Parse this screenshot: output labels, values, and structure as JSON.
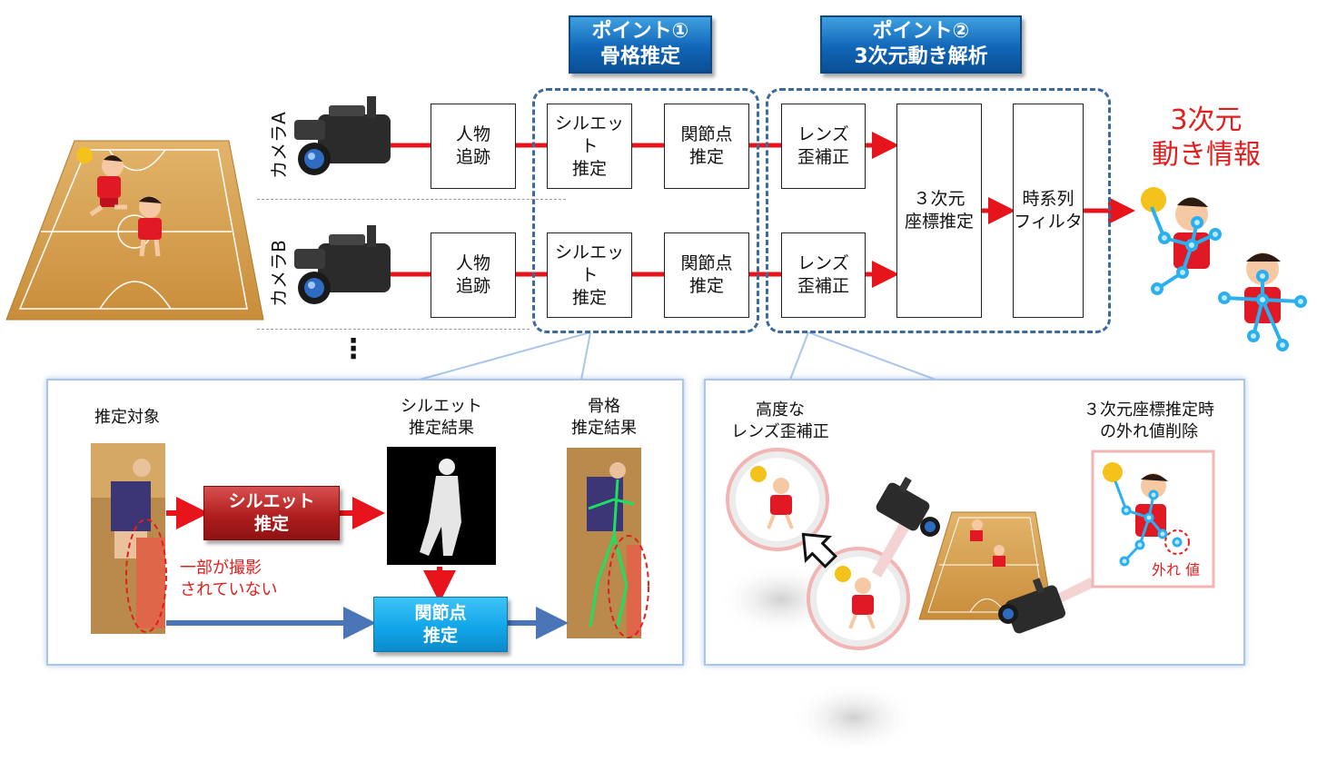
{
  "points": [
    {
      "label": "ポイント①\n骨格推定"
    },
    {
      "label": "ポイント②\n3次元動き解析"
    }
  ],
  "cameras": [
    {
      "label": "カメラA",
      "steps": [
        "人物\n追跡",
        "シルエット\n推定",
        "関節点\n推定",
        "レンズ\n歪補正"
      ]
    },
    {
      "label": "カメラB",
      "steps": [
        "人物\n追跡",
        "シルエット\n推定",
        "関節点\n推定",
        "レンズ\n歪補正"
      ]
    }
  ],
  "ellipsis": "⋮",
  "merge": {
    "coord": "３次元\n座標推定",
    "filter": "時系列\nフィルタ"
  },
  "result_title": "3次元\n動き情報",
  "detail_left": {
    "target": "推定対象",
    "silhouette_result": "シルエット\n推定結果",
    "skeleton_result": "骨格\n推定結果",
    "silhouette_button": "シルエット\n推定",
    "joint_button": "関節点\n推定",
    "note": "一部が撮影\nされていない"
  },
  "detail_right": {
    "lens_title": "高度な\nレンズ歪補正",
    "outlier_title": "３次元座標推定時\nの外れ値削除",
    "outlier_label": "外れ 値"
  },
  "colors": {
    "arrow_red": "#e8141c",
    "arrow_blue": "#4a76b8",
    "accent_red": "#e0201f",
    "dash_blue": "#3b6a9c"
  }
}
